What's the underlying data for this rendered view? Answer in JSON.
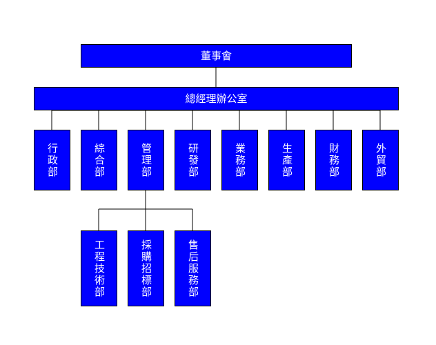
{
  "colors": {
    "box_fill": "#0000ff",
    "box_text": "#ffffff",
    "line": "#000000"
  },
  "board": "董事會",
  "general_office": "總經理辦公室",
  "departments": [
    "行政部",
    "綜合部",
    "管理部",
    "研發部",
    "業務部",
    "生產部",
    "財務部",
    "外貿部"
  ],
  "management_subunits": [
    "工程技術部",
    "採購招標部",
    "售后服務部"
  ]
}
